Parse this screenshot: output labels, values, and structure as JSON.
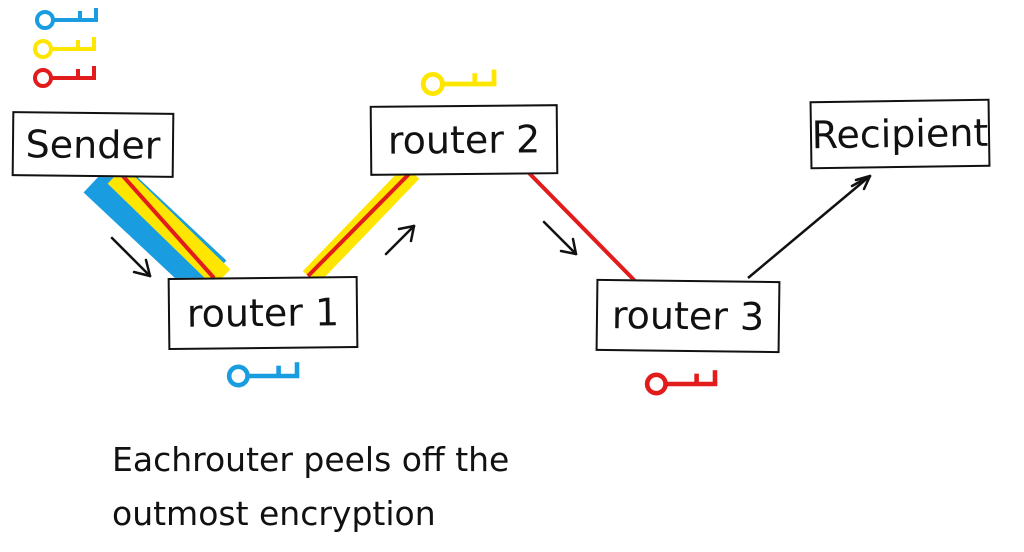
{
  "colors": {
    "blue": "#1a9de0",
    "yellow": "#ffe600",
    "red": "#e21b1b",
    "ink": "#111111"
  },
  "nodes": {
    "sender": "Sender",
    "router1": "router 1",
    "router2": "router 2",
    "router3": "router 3",
    "recipient": "Recipient"
  },
  "keys": {
    "sender": [
      "blue-key-icon",
      "yellow-key-icon",
      "red-key-icon"
    ],
    "router1": "blue-key-icon",
    "router2": "yellow-key-icon",
    "router3": "red-key-icon"
  },
  "caption": {
    "line1": "Eachrouter peels off the",
    "line2": "outmost encryption"
  }
}
